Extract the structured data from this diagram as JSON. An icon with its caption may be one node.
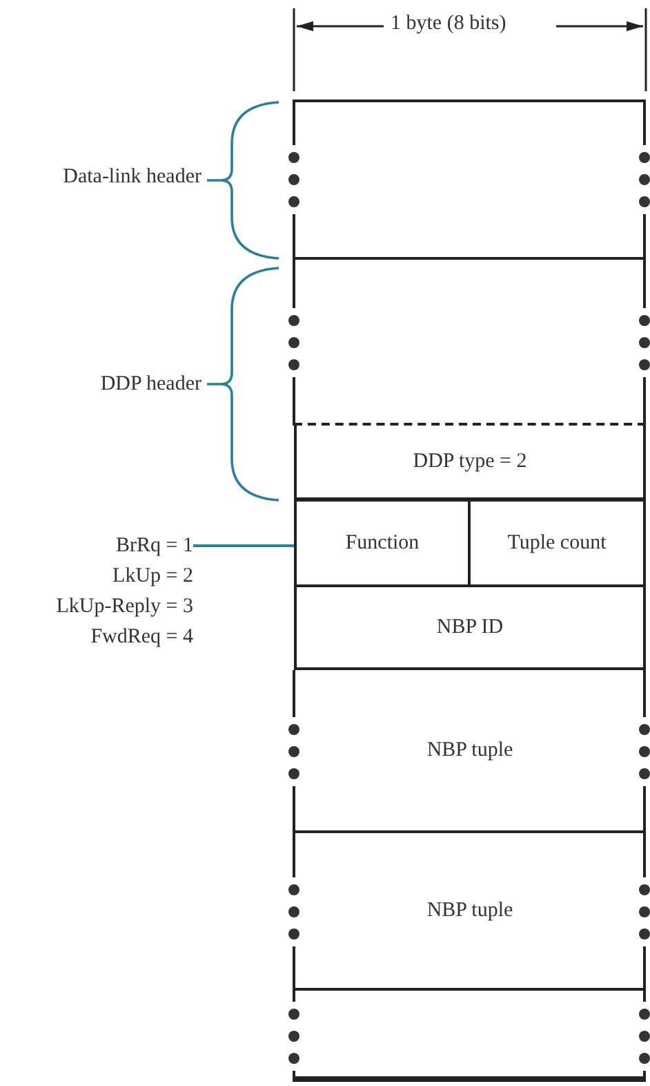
{
  "diagram": {
    "nodes": [
      {
        "text": [],
        "shape": "box"
      },
      {
        "text": [],
        "shape": "box"
      },
      {
        "text": [
          "DDP type = 2"
        ]
      },
      {
        "text": [
          "BrRq = 1",
          "LkUp = 2",
          "LkUp-Reply = 3",
          "FwdReq = 4"
        ]
      },
      {
        "text": [
          "Function"
        ]
      },
      {
        "text": [
          "Tuple count"
        ]
      },
      {
        "text": [
          "NBP ID"
        ]
      },
      {
        "text": [
          "NBP tuple"
        ]
      },
      {
        "text": [
          "NBP tuple"
        ]
      },
      {
        "text": [],
        "shape": "box"
      }
    ],
    "edges": [
      {
        "from": 3,
        "to": 4,
        "arrow": "none"
      }
    ],
    "labels": [
      "1 byte (8 bits)",
      "Data-link header",
      "DDP header"
    ]
  }
}
